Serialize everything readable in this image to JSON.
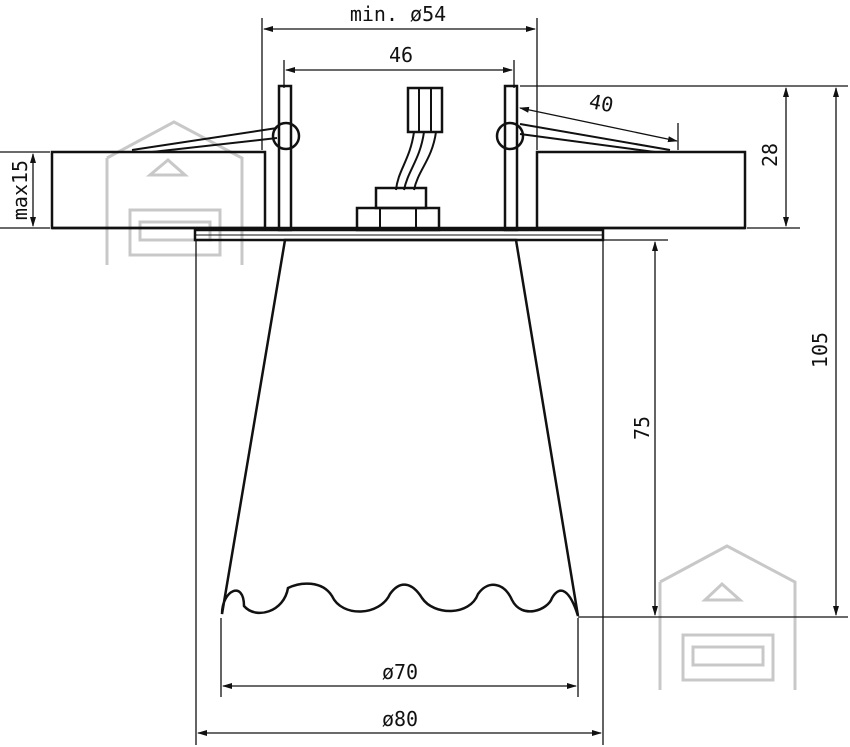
{
  "dimensions": {
    "min_cutout": "min. ø54",
    "spring_span": "46",
    "spring_length": "40",
    "max_ceiling": "max15",
    "mount_height": "28",
    "total_height": "105",
    "shade_height": "75",
    "shade_bottom_dia": "ø70",
    "flange_dia": "ø80"
  },
  "watermark_icon": "house-sofa-icon",
  "colors": {
    "line": "#111111",
    "watermark": "#c8c8c8",
    "background": "#ffffff"
  }
}
